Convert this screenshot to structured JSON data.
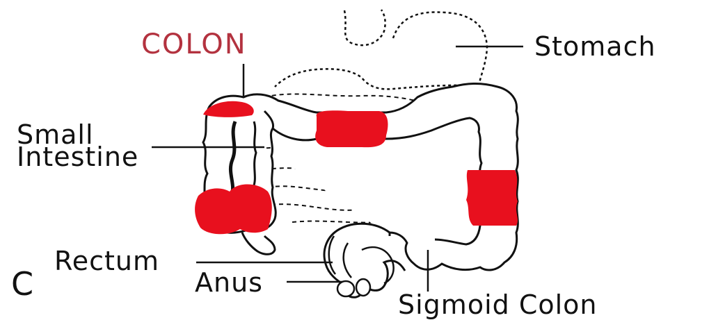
{
  "labels": {
    "title": "COLON",
    "stomach": "Stomach",
    "small_intestine_line1": "Small",
    "small_intestine_line2": "Intestine",
    "rectum": "Rectum",
    "anus": "Anus",
    "sigmoid_colon": "Sigmoid Colon",
    "panel_letter": "C"
  },
  "colors": {
    "highlight": "#e8101e",
    "title_text": "#b3323f",
    "outline": "#111111"
  }
}
